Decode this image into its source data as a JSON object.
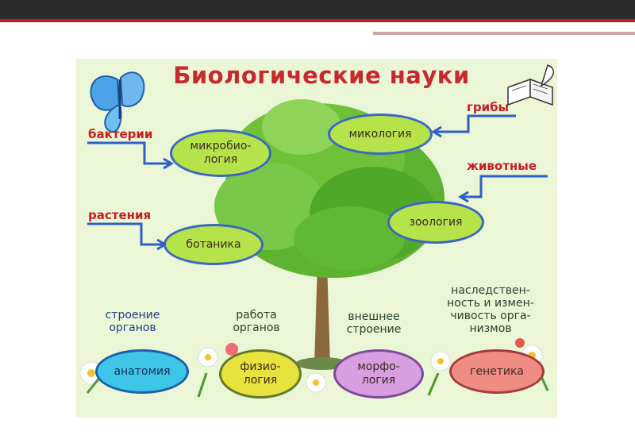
{
  "title": "Биологические науки",
  "tree_sciences": {
    "microbiology": "микробио-\nлогия",
    "mycology": "микология",
    "zoology": "зоология",
    "botany": "ботаника"
  },
  "sources": {
    "bacteria": "бактерии",
    "fungi": "грибы",
    "animals": "животные",
    "plants": "растения"
  },
  "bottom_topics": {
    "anatomy": "строение\nорганов",
    "physiology": "работа\nорганов",
    "morphology": "внешнее\nстроение",
    "genetics": "наследствен-\nность и измен-\nчивость орга-\nнизмов"
  },
  "bottom_sciences": {
    "anatomy": "анатомия",
    "physiology": "физио-\nлогия",
    "morphology": "морфо-\nлогия",
    "genetics": "генетика"
  },
  "colors": {
    "title_red": "#c9282d",
    "arrow_blue": "#2f5fc4",
    "leaf_green": "#6fc13a",
    "anatomy": "#3ec6e8",
    "physiology": "#e8e23c",
    "morphology": "#d79ee0",
    "genetics": "#ef8d84"
  },
  "icons": [
    "butterfly-icon",
    "book-quill-icon",
    "tree-icon",
    "daisy-flower-icon"
  ]
}
